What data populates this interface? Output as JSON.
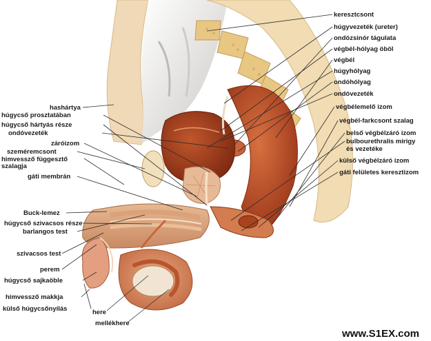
{
  "labels": {
    "left": [
      "hashártya",
      "húgycső prosztatában",
      "húgycső hártyás része",
      "ondóvezeték",
      "záróizom",
      "szeméremcsont",
      "himvessző függesztő",
      "szalagja",
      "gáti membrán",
      "Buck-lemez",
      "húgycső szivacsos része",
      "barlangos test",
      "szivacsos test",
      "perem",
      "húgycső sajkaöble",
      "himvessző makkja",
      "külső húgycsőnyílás"
    ],
    "right": [
      "keresztcsont",
      "húgyvezeték (ureter)",
      "ondózsinór tágulata",
      "végbél-hólyag öböl",
      "végbél",
      "húgyhólyag",
      "ondóhólyag",
      "ondóvezeték",
      "végbélemelő izom",
      "végbél-farkcsont szalag",
      "belső végbélzáró izom",
      "bulbourethralis mirigy",
      "és vezetéke",
      "külső végbélzáró izom",
      "gáti felületes keresztizom"
    ],
    "bottom": [
      "here",
      "mellékhere"
    ]
  },
  "watermark": "www.S1EX.com"
}
